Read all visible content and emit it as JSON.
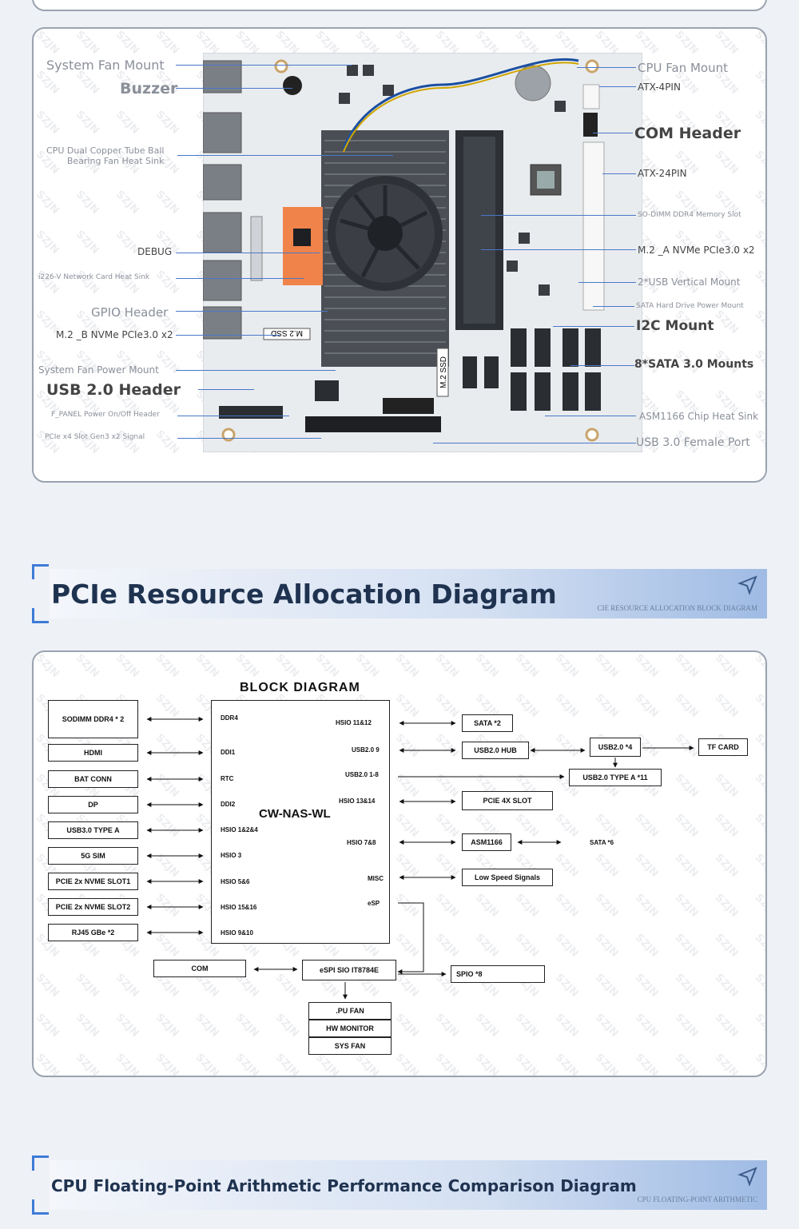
{
  "watermark": "SZJN",
  "board": {
    "labels": {
      "system_fan_mount": "System Fan Mount",
      "buzzer": "Buzzer",
      "cpu_cooler": "CPU Dual Copper Tube Ball\nBearing Fan Heat Sink",
      "debug": "DEBUG",
      "i226": "i226-V Network Card Heat Sink",
      "gpio": "GPIO Header",
      "m2b": "M.2 _B NVMe PCIe3.0 x2",
      "sys_fan_power": "System Fan Power Mount",
      "usb2_header": "USB 2.0 Header",
      "fpanel": "F_PANEL Power On/Off Header",
      "pcie_slot": "PCIe x4 Slot Gen3 x2 Signal",
      "cpu_fan_mount": "CPU Fan Mount",
      "atx4": "ATX-4PIN",
      "com_header": "COM Header",
      "atx24": "ATX-24PIN",
      "sodimm": "SO-DIMM DDR4 Memory Slot",
      "m2a": "M.2 _A NVMe PCIe3.0 x2",
      "usb_vertical": "2*USB Vertical Mount",
      "sata_power": "SATA Hard Drive Power Mount",
      "i2c": "I2C Mount",
      "sata_mounts": "8*SATA 3.0 Mounts",
      "asm_heat": "ASM1166 Chip Heat Sink",
      "usb3_female": "USB 3.0 Female Port"
    },
    "silk": {
      "m2ssd": "M.2 SSD"
    }
  },
  "banner1": {
    "title": "PCIe Resource Allocation Diagram",
    "subtitle": "CIE RESOURCE ALLOCATION BLOCK DIAGRAM"
  },
  "block": {
    "heading": "BLOCK DIAGRAM",
    "chip": "CW-NAS-WL",
    "left": [
      "SODIMM DDR4 * 2",
      "HDMI",
      "BAT CONN",
      "DP",
      "USB3.0 TYPE A",
      "5G SIM",
      "PCIE 2x NVME SLOT1",
      "PCIE 2x NVME SLOT2",
      "RJ45 GBe *2"
    ],
    "left_pins": [
      "DDR4",
      "DDI1",
      "RTC",
      "DDI2",
      "HSIO 1&2&4",
      "HSIO 3",
      "HSIO 5&6",
      "HSIO 15&16",
      "HSIO 9&10"
    ],
    "right_pins": [
      "HSIO 11&12",
      "USB2.0 9",
      "USB2.0 1-8",
      "HSIO 13&14",
      "HSIO 7&8",
      "MISC",
      "eSP"
    ],
    "right": {
      "sata2": "SATA *2",
      "hub": "USB2.0 HUB",
      "usb4": "USB2.0 *4",
      "tf": "TF CARD",
      "typea11": "USB2.0 TYPE A *11",
      "pcie4x": "PCIE 4X SLOT",
      "asm": "ASM1166",
      "sata6": "SATA *6",
      "lowspeed": "Low Speed Signals"
    },
    "com": "COM",
    "espi": "eSPI SIO IT8784E",
    "spio": "SPIO *8",
    "fan_list": [
      ".PU FAN",
      "HW MONITOR",
      "SYS FAN"
    ]
  },
  "banner2": {
    "title": "CPU Floating-Point Arithmetic Performance Comparison Diagram",
    "subtitle": "CPU FLOATING-POINT ARITHMETIC"
  },
  "colors": {
    "accent": "#3e7bd6",
    "leader": "#4a78c8",
    "heatsink_orange": "#f0834a"
  }
}
